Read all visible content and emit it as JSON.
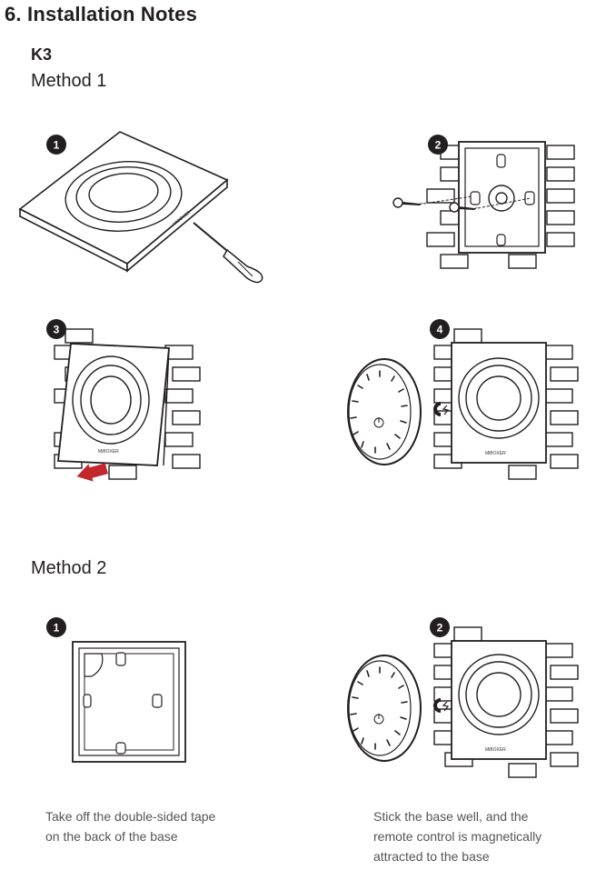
{
  "section_heading": "6. Installation Notes",
  "model": "K3",
  "method1": {
    "title": "Method 1",
    "steps": [
      "1",
      "2",
      "3",
      "4"
    ]
  },
  "method2": {
    "title": "Method 2",
    "steps": [
      "1",
      "2"
    ],
    "captions": [
      [
        "Take off the double-sided tape",
        "on the back of the base"
      ],
      [
        "Stick the base well, and the",
        "remote control is magnetically",
        "attracted to the base"
      ]
    ]
  },
  "brand_mark": "MiBOXER",
  "icons": [
    "screwdriver-icon",
    "screw-icon",
    "power-icon",
    "magnet-icon",
    "push-arrow-icon"
  ]
}
